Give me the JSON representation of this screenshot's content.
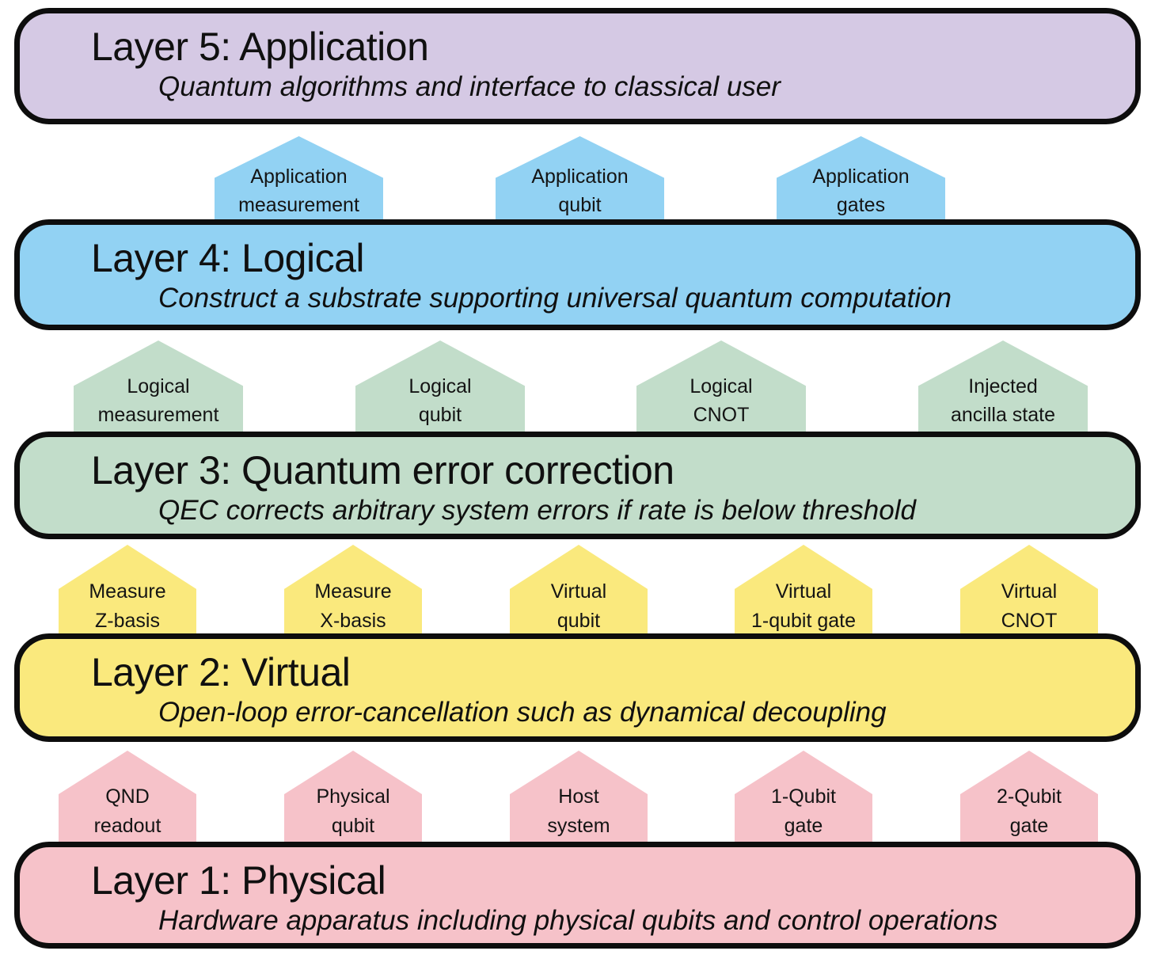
{
  "colors": {
    "layer5_fill": "#d5c9e4",
    "layer4_fill": "#92d2f3",
    "layer3_fill": "#c2ddca",
    "layer2_fill": "#fae97d",
    "layer1_fill": "#f6c2c9",
    "outline": "#0d0d0d",
    "text": "#101010",
    "background": "#ffffff"
  },
  "layers": [
    {
      "title": "Layer 5: Application",
      "subtitle": "Quantum algorithms and interface to classical user"
    },
    {
      "title": "Layer 4: Logical",
      "subtitle": "Construct a substrate supporting universal quantum computation"
    },
    {
      "title": "Layer 3: Quantum error correction",
      "subtitle": "QEC corrects arbitrary system errors if rate is below threshold"
    },
    {
      "title": "Layer 2: Virtual",
      "subtitle": "Open-loop error-cancellation such as dynamical decoupling"
    },
    {
      "title": "Layer 1: Physical",
      "subtitle": "Hardware apparatus including physical qubits and control operations"
    }
  ],
  "arrow_rows": [
    {
      "arrows": [
        "Application\nmeasurement",
        "Application\nqubit",
        "Application\ngates"
      ]
    },
    {
      "arrows": [
        "Logical\nmeasurement",
        "Logical\nqubit",
        "Logical\nCNOT",
        "Injected\nancilla state"
      ]
    },
    {
      "arrows": [
        "Measure\nZ-basis",
        "Measure\nX-basis",
        "Virtual\nqubit",
        "Virtual\n1-qubit gate",
        "Virtual\nCNOT"
      ]
    },
    {
      "arrows": [
        "QND\nreadout",
        "Physical\nqubit",
        "Host\nsystem",
        "1-Qubit\ngate",
        "2-Qubit\ngate"
      ]
    }
  ]
}
